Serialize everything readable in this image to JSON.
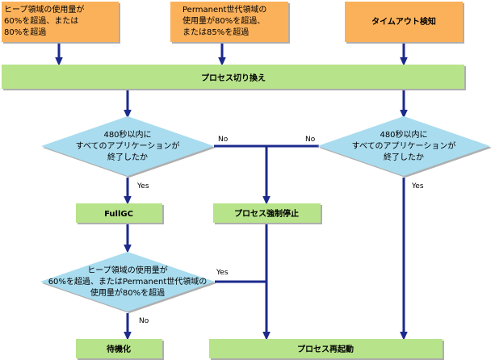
{
  "colors": {
    "orange_box": "#fbb15a",
    "green_box": "#b7e38a",
    "blue_diamond": "#a9dcef",
    "connector": "#1c2a8c"
  },
  "nodes": {
    "trigger_heap": {
      "l1": "ヒープ領域の使用量が",
      "l2": "60%を超過、または",
      "l3": "80%を超過"
    },
    "trigger_perm": {
      "l1": "Permanent世代領域の",
      "l2": "使用量が80%を超過、",
      "l3": "または85%を超過"
    },
    "trigger_timeout": {
      "label": "タイムアウト検知"
    },
    "process_switch": {
      "label": "プロセス切り換え"
    },
    "decision_left": {
      "l1": "480秒以内に",
      "l2": "すべてのアプリケーションが",
      "l3": "終了したか"
    },
    "decision_right": {
      "l1": "480秒以内に",
      "l2": "すべてのアプリケーションが",
      "l3": "終了したか"
    },
    "fullgc": {
      "label": "FullGC"
    },
    "force_stop": {
      "label": "プロセス強制停止"
    },
    "decision_heap": {
      "l1": "ヒープ領域の使用量が",
      "l2": "60%を超過、またはPermanent世代領域の",
      "l3": "使用量が80%を超過"
    },
    "wait": {
      "label": "待機化"
    },
    "restart": {
      "label": "プロセス再起動"
    }
  },
  "edge_labels": {
    "left_no": "No",
    "right_no": "No",
    "left_yes": "Yes",
    "right_yes": "Yes",
    "heap_yes": "Yes",
    "heap_no": "No"
  }
}
